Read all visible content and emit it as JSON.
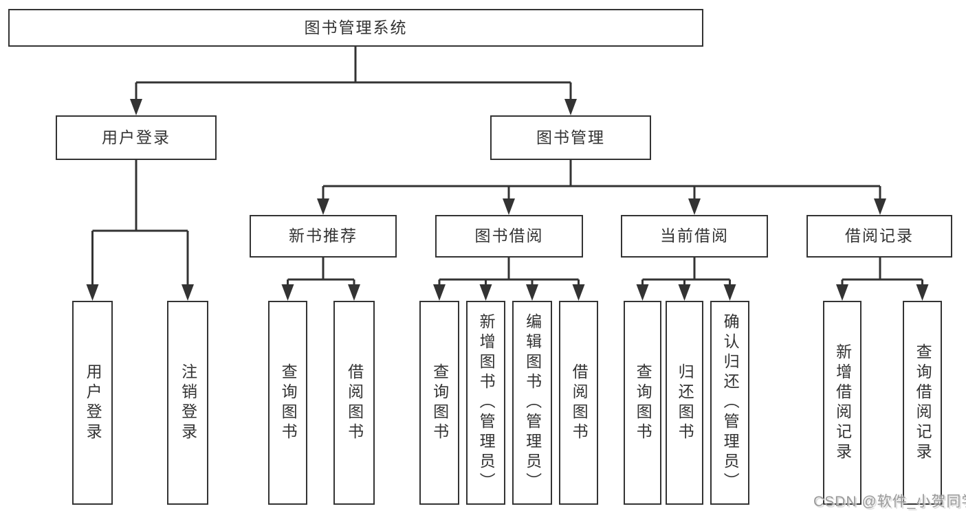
{
  "tree": {
    "label": "图书管理系统",
    "children": [
      {
        "label": "用户登录",
        "children": [
          {
            "label": "用户登录"
          },
          {
            "label": "注销登录"
          }
        ]
      },
      {
        "label": "图书管理",
        "children": [
          {
            "label": "新书推荐",
            "children": [
              {
                "label": "查询图书"
              },
              {
                "label": "借阅图书"
              }
            ]
          },
          {
            "label": "图书借阅",
            "children": [
              {
                "label": "查询图书"
              },
              {
                "label": "新增图书（管理员）"
              },
              {
                "label": "编辑图书（管理员）"
              },
              {
                "label": "借阅图书"
              }
            ]
          },
          {
            "label": "当前借阅",
            "children": [
              {
                "label": "查询图书"
              },
              {
                "label": "归还图书"
              },
              {
                "label": "确认归还（管理员）"
              }
            ]
          },
          {
            "label": "借阅记录",
            "children": [
              {
                "label": "新增借阅记录"
              },
              {
                "label": "查询借阅记录"
              }
            ]
          }
        ]
      }
    ]
  },
  "watermark": {
    "text": "CSDN @软件_小贺同学"
  },
  "colors": {
    "line": "#333333",
    "box_border": "#333333",
    "text": "#333333",
    "background": "#ffffff",
    "watermark": "#9a9a9a"
  }
}
